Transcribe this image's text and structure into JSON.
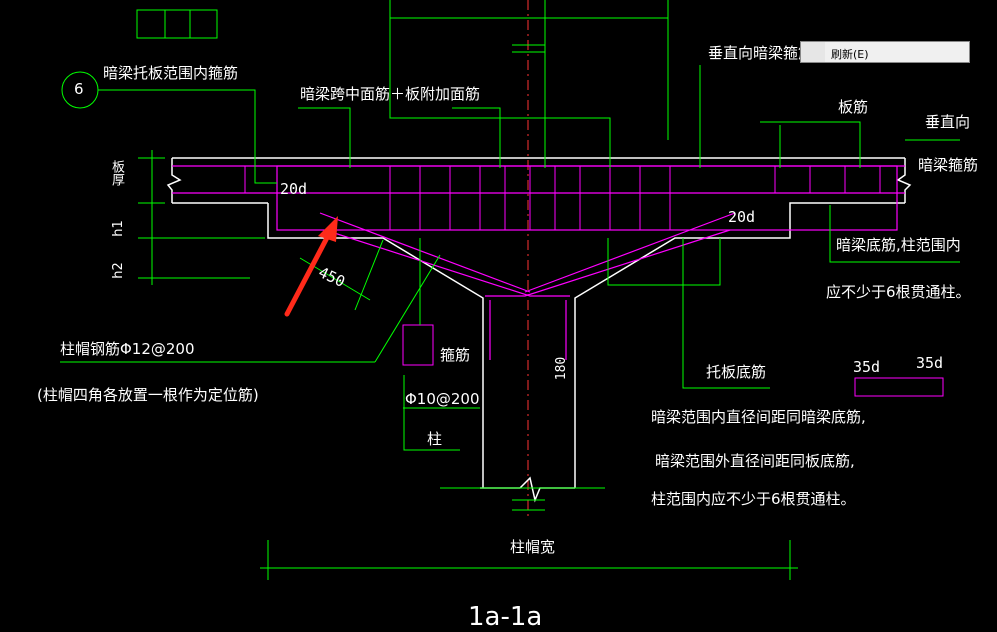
{
  "labels": {
    "circle_no": "6",
    "beam_stirrup_in_slab": "暗梁托板范围内箍筋",
    "beam_mid_top_bar": "暗梁跨中面筋＋板附加面筋",
    "vertical_beam_stirrup": "垂直向暗梁箍筋",
    "slab_bar": "板筋",
    "vertical_dir": "垂直向",
    "beam_stirrup": "暗梁箍筋",
    "slab_thick": "板厚",
    "h1": "h1",
    "h2": "h2",
    "anchor_20d_left": "20d",
    "anchor_20d_right": "20d",
    "dim_450": "450",
    "beam_bottom_note_1": "暗梁底筋,柱范围内",
    "beam_bottom_note_2": "应不少于6根贯通柱。",
    "cap_bar": "柱帽钢筋Φ12@200",
    "cap_note": "(柱帽四角各放置一根作为定位筋)",
    "stirrup": "箍筋",
    "stirrup_spec": "Φ10@200",
    "column": "柱",
    "dim_180": "180",
    "drop_panel_bottom": "托板底筋",
    "lap_35d_a": "35d",
    "lap_35d_b": "35d",
    "note_line_1": "暗梁范围内直径间距同暗梁底筋,",
    "note_line_2": "暗梁范围外直径间距同板底筋,",
    "note_line_3": "柱范围内应不少于6根贯通柱。",
    "cap_width": "柱帽宽",
    "section_title": "1a-1a"
  },
  "context_menu": {
    "refresh_label": "刷新(E)"
  },
  "colors": {
    "structure": "#ffffff",
    "rebar": "#ff00ff",
    "leader": "#00ff00",
    "axis": "#ff3333",
    "arrow": "#ff2a1a"
  }
}
